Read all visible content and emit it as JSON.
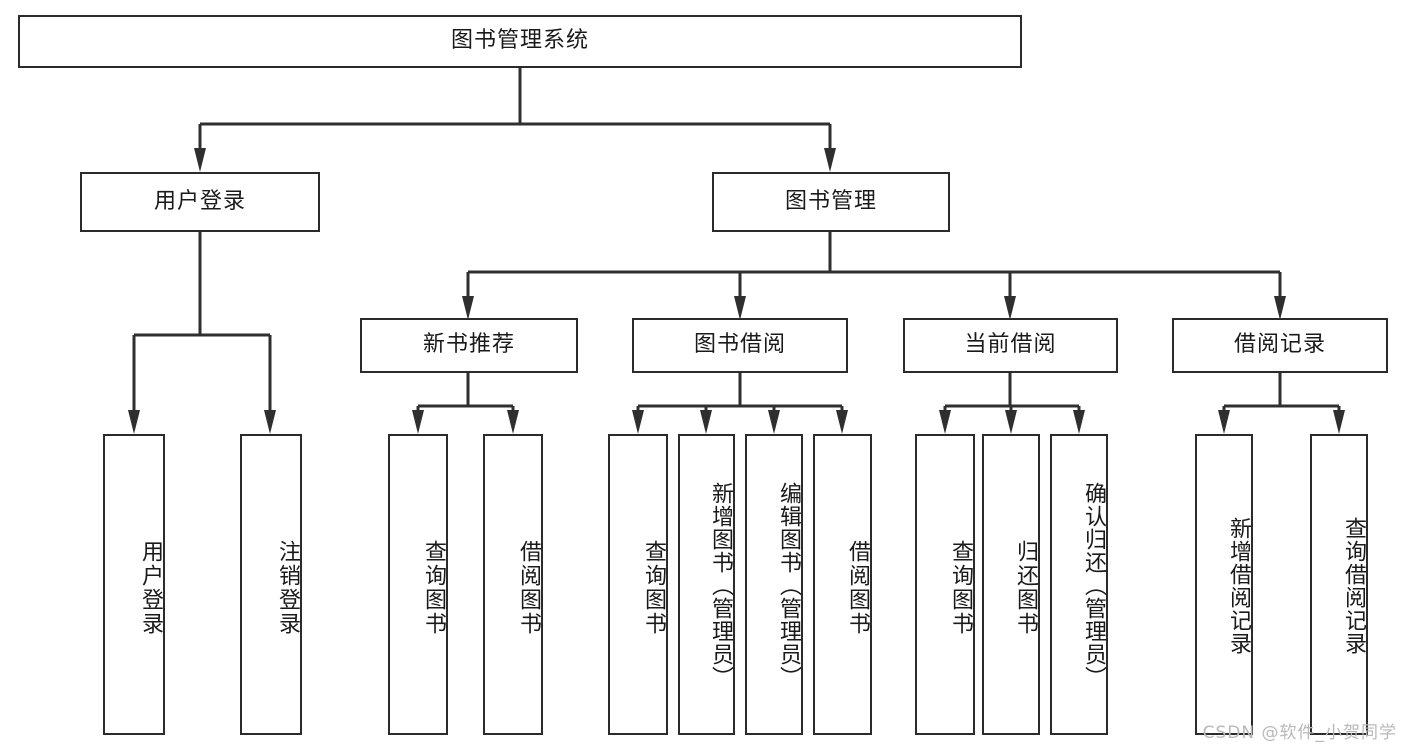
{
  "diagram": {
    "title": "图书管理系统",
    "type": "tree-hierarchy",
    "background_color": "#ffffff",
    "line_color": "#2f2f2f",
    "box_border_color": "#2b2b2b",
    "text_color": "#1a1a1a"
  },
  "root": {
    "label": "图书管理系统"
  },
  "level2": {
    "user_login": {
      "label": "用户登录"
    },
    "book_manage": {
      "label": "图书管理"
    }
  },
  "level3": {
    "new_book_recommend": {
      "label": "新书推荐"
    },
    "book_borrow": {
      "label": "图书借阅"
    },
    "current_borrow": {
      "label": "当前借阅"
    },
    "borrow_record": {
      "label": "借阅记录"
    }
  },
  "leaves": {
    "user_login": [
      {
        "label": "用户登录"
      },
      {
        "label": "注销登录"
      }
    ],
    "new_book_recommend": [
      {
        "label": "查询图书"
      },
      {
        "label": "借阅图书"
      }
    ],
    "book_borrow": [
      {
        "label": "查询图书"
      },
      {
        "label": "新增图书（管理员）"
      },
      {
        "label": "编辑图书（管理员）"
      },
      {
        "label": "借阅图书"
      }
    ],
    "current_borrow": [
      {
        "label": "查询图书"
      },
      {
        "label": "归还图书"
      },
      {
        "label": "确认归还（管理员）"
      }
    ],
    "borrow_record": [
      {
        "label": "新增借阅记录"
      },
      {
        "label": "查询借阅记录"
      }
    ]
  },
  "watermark": {
    "text": "CSDN @软件_小贺同学"
  }
}
